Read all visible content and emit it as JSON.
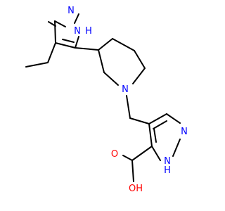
{
  "molecule": {
    "atoms": {
      "pz1_nh": "N",
      "pz1_nh_h": "H",
      "pz1_n": "N",
      "pip_n": "N",
      "pz2_n": "N",
      "pz2_nh": "N",
      "pz2_nh_h": "H",
      "acid_oh": "OH",
      "acid_o": "O"
    },
    "colors": {
      "bond": "#000000",
      "nitrogen": "#0000ff",
      "oxygen": "#ff0000"
    }
  }
}
